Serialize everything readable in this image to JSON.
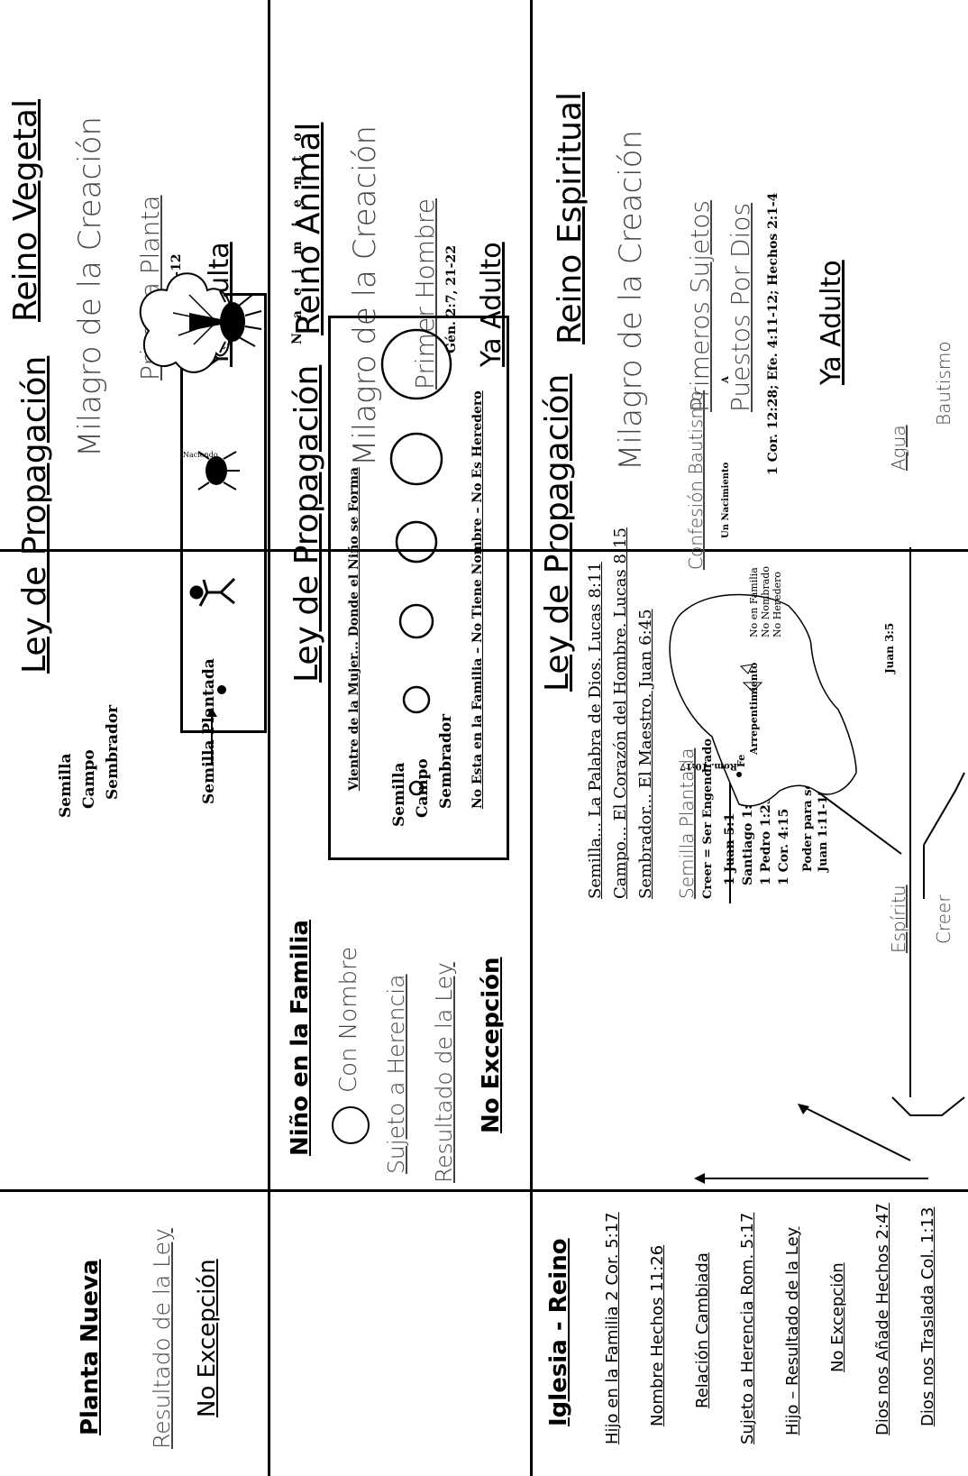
{
  "sections": {
    "vegetal": {
      "reino": "Reino Vegetal",
      "milagro": "Milagro de la Creación",
      "primera": "Primera Planta",
      "ref": "Gén. 1:11-12",
      "adulta": "Ya Adulta",
      "ley": "Ley de Propagación",
      "seed_list": [
        "Semilla",
        "Campo",
        "Sembrador"
      ],
      "semilla_plantada": "Semilla Plantada",
      "naciendo": "Naciendo",
      "right_title": "Planta Nueva",
      "right_resultado": "Resultado de la Ley",
      "right_excepcion": "No Excepción"
    },
    "animal": {
      "reino": "Reino Animal",
      "milagro": "Milagro de la Creación",
      "primer": "Primer Hombre",
      "ref": "Gén. 2:7, 21-22",
      "adulto": "Ya Adulto",
      "ley": "Ley de Propagación",
      "seed_list": [
        "Semilla",
        "Campo",
        "Sembrador"
      ],
      "vientre": "Vientre de la Mujer... Donde el Niño se Forma",
      "no_esta": "No Esta en la Familia – No Tiene Nombre – No Es Heredero",
      "nacimiento": "Nacimiento",
      "right_title": "Niño en la Familia",
      "right_nombre": "Con Nombre",
      "right_herencia": "Sujeto a Herencia",
      "right_resultado": "Resultado de la Ley",
      "right_excepcion": "No Excepción"
    },
    "espiritual": {
      "reino": "Reino Espiritual",
      "milagro": "Milagro de la Creación",
      "primeros": "Primeros Sujetos",
      "puestos": "Puestos Por Dios",
      "refs": "1 Cor. 12:28; Efe. 4:11-12; Hechos 2:1-4",
      "adulto": "Ya Adulto",
      "ley": "Ley de Propagación",
      "semilla_line": "Semilla...   La Palabra de Dios. Lucas 8:11",
      "campo_line": "Campo...  El Corazón del Hombre. Lucas 8:15",
      "sembrador_line": "Sembrador...  El Maestro. Juan 6:45",
      "semilla_plantada": "Semilla Plantada",
      "creer_eq": "Creer = Ser Engendrado",
      "verses": [
        "1 Juan 5:1",
        "Santiago 1:18",
        "1 Pedro 1:23",
        "1 Cor. 4:15"
      ],
      "poder": "Poder para ser Hijo",
      "poder_ref": "Juan 1:11-12",
      "rom": "Rom. 10:17",
      "fe": "Fe",
      "arrepentimiento": "Arrepentimiento",
      "juan35": "Juan 3:5",
      "no_familia": [
        "No en Familia",
        "No Nombrado",
        "No Heredero"
      ],
      "confesion": "Confesión Bautismo",
      "nacimiento_label": "Un Nacimiento",
      "a": "A",
      "espiritu": "Espíritu",
      "creer": "Creer",
      "agua": "Agua",
      "bautismo": "Bautismo",
      "right_title": "Iglesia - Reino",
      "right_items": [
        "Hijo en la Familia 2 Cor. 5:17",
        "Nombre Hechos 11:26",
        "Relación Cambiada",
        "Sujeto a Herencia Rom. 5:17",
        "Hijo – Resultado de la Ley",
        "No Excepción",
        "Dios nos Añade Hechos 2:47",
        "Dios nos Traslada Col. 1:13"
      ]
    }
  }
}
